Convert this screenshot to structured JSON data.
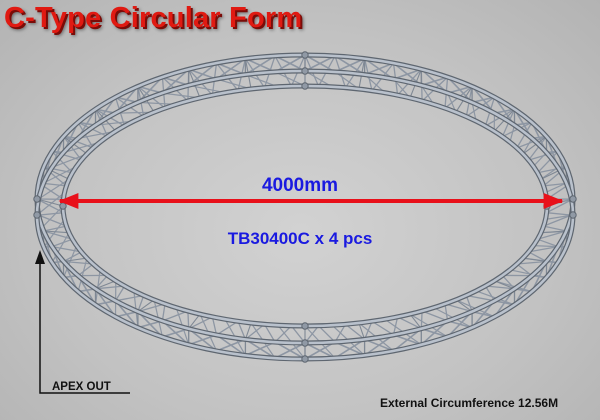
{
  "title": "C-Type Circular Form",
  "dimension_label": "4000mm",
  "part_label": "TB30400C x 4 pcs",
  "apex_label": "APEX OUT",
  "circumference_label": "External Circumference 12.56M",
  "colors": {
    "title": "#e01a12",
    "dimension_arrow": "#e8101a",
    "dimension_text": "#1a1ae0",
    "truss_tube": "#9ea7b3",
    "background": "#c4c4c4"
  }
}
